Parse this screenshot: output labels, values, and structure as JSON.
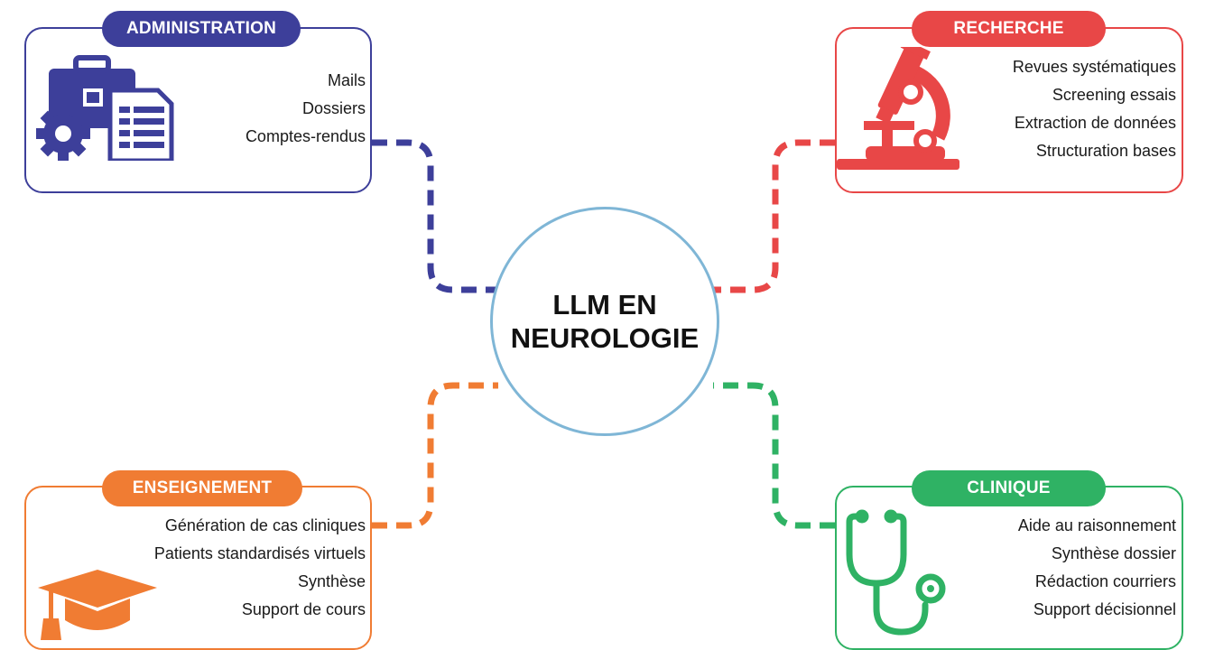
{
  "center": {
    "line1": "LLM EN",
    "line2": "NEUROLOGIE"
  },
  "nodes": {
    "administration": {
      "title": "ADMINISTRATION",
      "color": "#3d3f9a",
      "icon": "briefcase-gear-document-icon",
      "items": [
        "Mails",
        "Dossiers",
        "Comptes-rendus"
      ]
    },
    "recherche": {
      "title": "RECHERCHE",
      "color": "#e84747",
      "icon": "microscope-icon",
      "items": [
        "Revues systématiques",
        "Screening essais",
        "Extraction de données",
        "Structuration bases"
      ]
    },
    "enseignement": {
      "title": "ENSEIGNEMENT",
      "color": "#f07c33",
      "icon": "graduation-cap-icon",
      "items": [
        "Génération de cas cliniques",
        "Patients standardisés virtuels",
        "Synthèse",
        "Support de cours"
      ]
    },
    "clinique": {
      "title": "CLINIQUE",
      "color": "#2fb264",
      "icon": "stethoscope-icon",
      "items": [
        "Aide au raisonnement",
        "Synthèse dossier",
        "Rédaction courriers",
        "Support décisionnel"
      ]
    }
  }
}
